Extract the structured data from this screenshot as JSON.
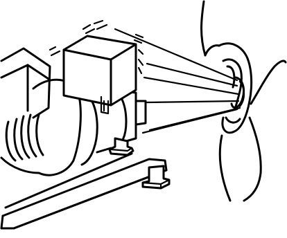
{
  "figure": {
    "subject": "machine-noise-reaching-ear",
    "colors": {
      "ink": "#000000",
      "background": "#ffffff"
    },
    "sound_ray_count": 5,
    "vibration_mark_count": 6
  }
}
